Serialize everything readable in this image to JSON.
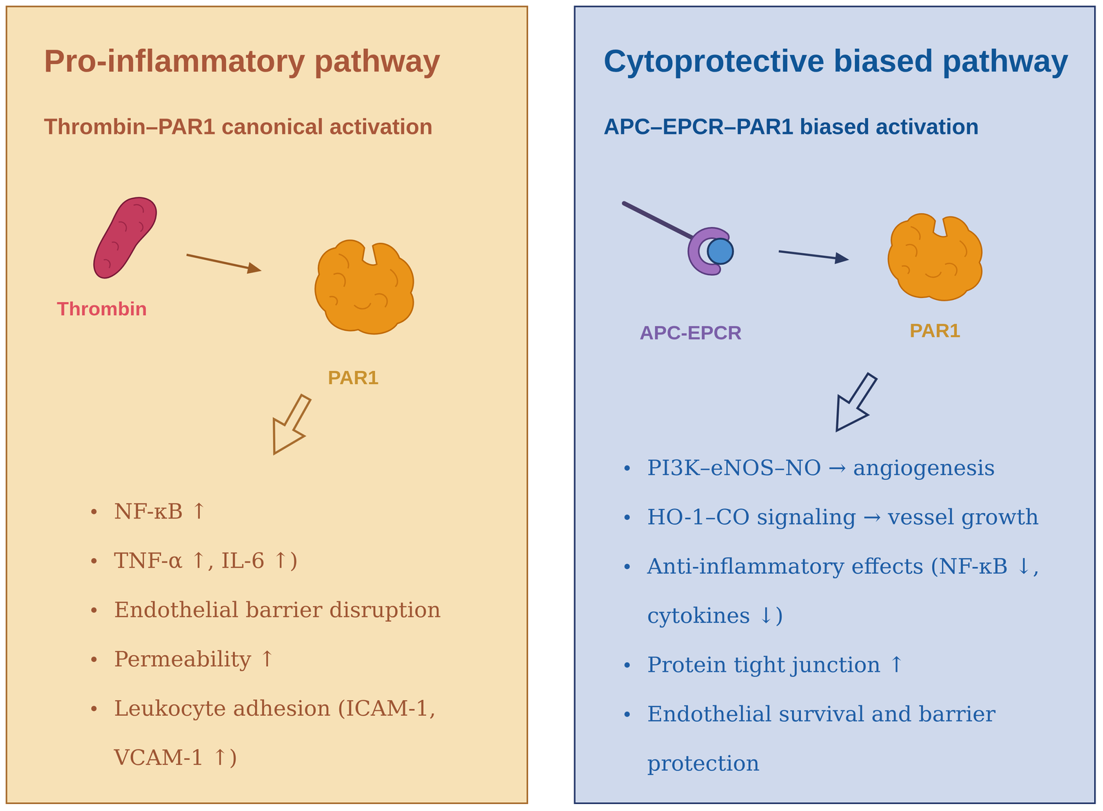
{
  "diagram": {
    "nodes": [
      {
        "text": [
          "Pro-inflammatory pathway",
          "Thrombin–PAR1 canonical activation",
          "NF-κB ↑",
          "TNF-α ↑, IL-6 ↑)",
          "Endothelial barrier disruption",
          "Permeability ↑",
          "Leukocyte adhesion (ICAM-1, VCAM-1 ↑)"
        ]
      },
      {
        "text": [
          "Thrombin"
        ],
        "in": 0
      },
      {
        "text": [
          "PAR1"
        ],
        "in": 0
      },
      {
        "text": [
          "Cytoprotective biased pathway",
          "APC–EPCR–PAR1 biased activation",
          "PI3K–eNOS–NO → angiogenesis",
          "HO-1–CO signaling → vessel growth",
          "Anti-inflammatory effects (NF-κB ↓, cytokines ↓)",
          "Protein tight junction ↑",
          "Endothelial survival and barrier protection"
        ]
      },
      {
        "text": [
          "APC-EPCR"
        ],
        "in": 3
      },
      {
        "text": [
          "PAR1"
        ],
        "in": 3
      }
    ],
    "edges": [
      {
        "from": 1,
        "to": 2,
        "arrow": "to"
      },
      {
        "from": 4,
        "to": 5,
        "arrow": "to"
      }
    ]
  }
}
